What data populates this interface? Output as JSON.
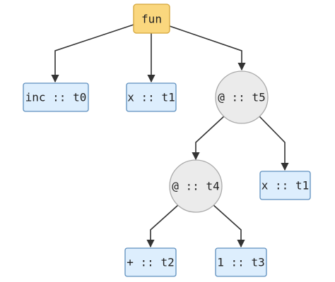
{
  "colors": {
    "root_fill": "#FAD77E",
    "root_stroke": "#D4A53A",
    "leaf_fill": "#DDEEFD",
    "leaf_stroke": "#5E8FBE",
    "app_fill": "#EBEBEB",
    "app_stroke": "#A9A9A9",
    "edge": "#333333",
    "text": "#222222"
  },
  "nodes": {
    "fun": {
      "label": "fun",
      "kind": "root"
    },
    "inc": {
      "label": "inc :: t0",
      "kind": "leaf"
    },
    "x1": {
      "label": "x :: t1",
      "kind": "leaf"
    },
    "app5": {
      "label": "@ :: t5",
      "kind": "application"
    },
    "app4": {
      "label": "@ :: t4",
      "kind": "application"
    },
    "x2": {
      "label": "x :: t1",
      "kind": "leaf"
    },
    "plus": {
      "label": "+ :: t2",
      "kind": "leaf"
    },
    "one": {
      "label": "1 :: t3",
      "kind": "leaf"
    }
  },
  "edges": [
    {
      "from": "fun",
      "to": "inc"
    },
    {
      "from": "fun",
      "to": "x1"
    },
    {
      "from": "fun",
      "to": "app5"
    },
    {
      "from": "app5",
      "to": "app4"
    },
    {
      "from": "app5",
      "to": "x2"
    },
    {
      "from": "app4",
      "to": "plus"
    },
    {
      "from": "app4",
      "to": "one"
    }
  ]
}
